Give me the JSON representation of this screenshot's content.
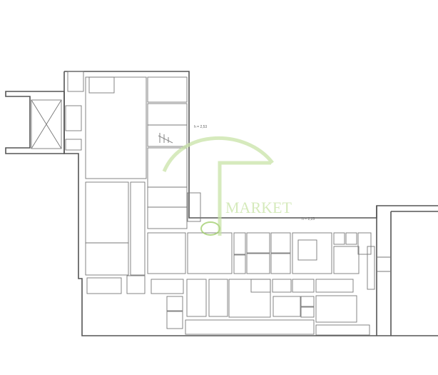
{
  "watermark": {
    "text": "MARKET",
    "color": "#b9dc8e"
  },
  "notes": {
    "height_note_1": "h = 2,53",
    "height_note_2": "h = 2,25"
  }
}
